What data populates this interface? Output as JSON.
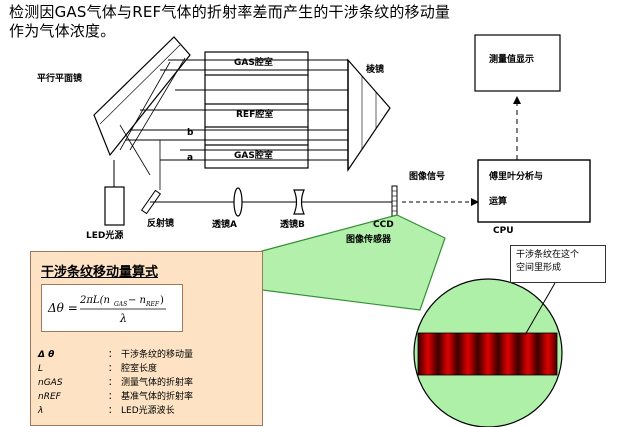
{
  "heading": {
    "line1": "检测因GAS气体与REF气体的折射率差而产生的干涉条纹的移动量",
    "line2": "作为气体浓度。"
  },
  "diagram": {
    "parallel_mirror": "平行平面镜",
    "prism": "棱镜",
    "gas_chamber_top": "GAS腔室",
    "ref_chamber": "REF腔室",
    "gas_chamber_bottom": "GAS腔室",
    "beam_b": "b",
    "beam_a": "a",
    "led_source": "LED光源",
    "reflector": "反射镜",
    "lens_a": "透镜A",
    "lens_b": "透镜B",
    "ccd_label": "CCD",
    "image_sensor": "图像传感器",
    "image_signal": "图像信号",
    "measurement_display": "测量值显示",
    "fourier_line1": "傅里叶分析与",
    "fourier_line2": "运算",
    "cpu": "CPU"
  },
  "formula_box": {
    "title": "干涉条纹移动量算式",
    "legend": [
      {
        "symbol": "Δ θ",
        "colon": "：",
        "desc": "干涉条纹的移动量"
      },
      {
        "symbol": "L",
        "colon": "：",
        "desc": "腔室长度"
      },
      {
        "symbol": "nGAS",
        "colon": "：",
        "desc": "测量气体的折射率"
      },
      {
        "symbol": "nREF",
        "colon": "：",
        "desc": "基准气体的折射率"
      },
      {
        "symbol": "λ",
        "colon": "：",
        "desc": "LED光源波长"
      }
    ]
  },
  "callout": {
    "line1": "干涉条纹在这个",
    "line2": "空间里形成"
  },
  "colors": {
    "formula_bg": "#fde3c4",
    "lens_green": "#aef0a8",
    "fringe_red": "#d40000"
  }
}
